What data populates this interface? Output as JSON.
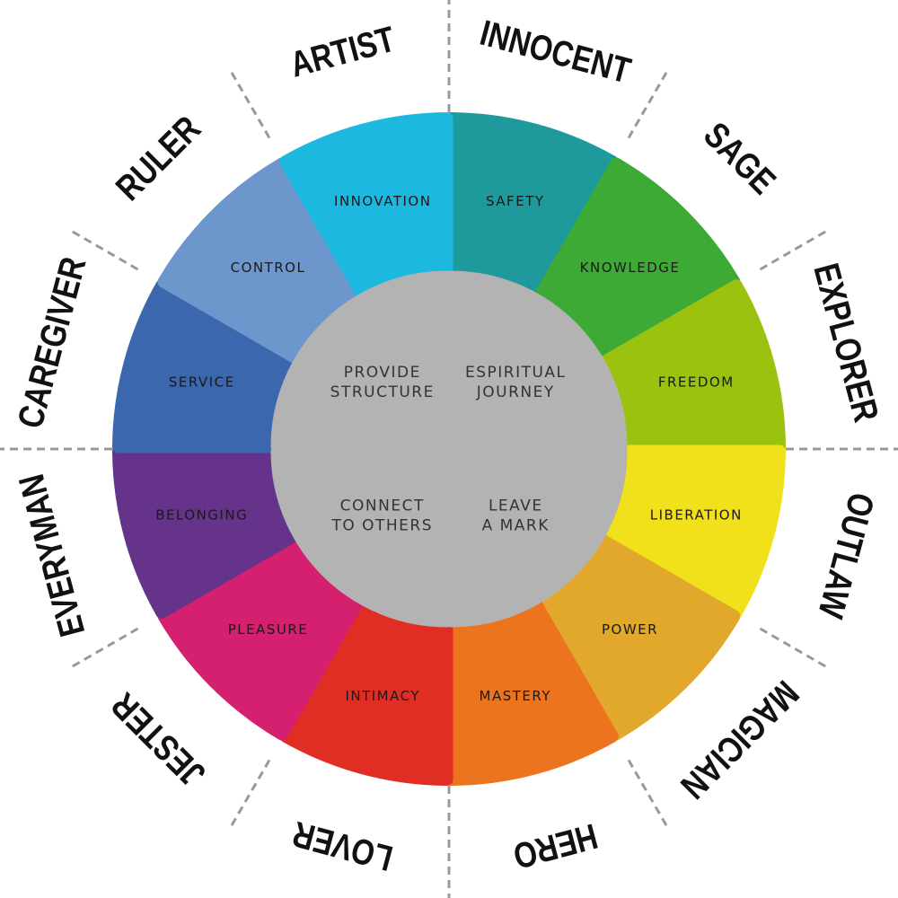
{
  "segments": [
    {
      "key": "innocent",
      "archetype": "INNOCENT",
      "value": "SAFETY",
      "color": "#1E9A9C"
    },
    {
      "key": "sage",
      "archetype": "SAGE",
      "value": "KNOWLEDGE",
      "color": "#3DAA35"
    },
    {
      "key": "explorer",
      "archetype": "EXPLORER",
      "value": "FREEDOM",
      "color": "#9BC20F"
    },
    {
      "key": "outlaw",
      "archetype": "OUTLAW",
      "value": "LIBERATION",
      "color": "#F1E11B"
    },
    {
      "key": "magician",
      "archetype": "MAGICIAN",
      "value": "POWER",
      "color": "#E2A82B"
    },
    {
      "key": "hero",
      "archetype": "HERO",
      "value": "MASTERY",
      "color": "#EC741F"
    },
    {
      "key": "lover",
      "archetype": "LOVER",
      "value": "INTIMACY",
      "color": "#E12E24"
    },
    {
      "key": "jester",
      "archetype": "JESTER",
      "value": "PLEASURE",
      "color": "#D4206F"
    },
    {
      "key": "everyman",
      "archetype": "EVERYMAN",
      "value": "BELONGING",
      "color": "#66338A"
    },
    {
      "key": "caregiver",
      "archetype": "CAREGIVER",
      "value": "SERVICE",
      "color": "#3B67AE"
    },
    {
      "key": "ruler",
      "archetype": "RULER",
      "value": "CONTROL",
      "color": "#6C96CC"
    },
    {
      "key": "artist",
      "archetype": "ARTIST",
      "value": "INNOVATION",
      "color": "#1CB8E0"
    }
  ],
  "core": [
    {
      "key": "spiritual-journey",
      "line1": "ESPIRITUAL",
      "line2": "JOURNEY"
    },
    {
      "key": "leave-a-mark",
      "line1": "LEAVE",
      "line2": "A MARK"
    },
    {
      "key": "connect-to-others",
      "line1": "CONNECT",
      "line2": "TO OTHERS"
    },
    {
      "key": "provide-structure",
      "line1": "PROVIDE",
      "line2": "STRUCTURE"
    }
  ],
  "core_color": "#B3B3B3",
  "divider_color": "#999999"
}
